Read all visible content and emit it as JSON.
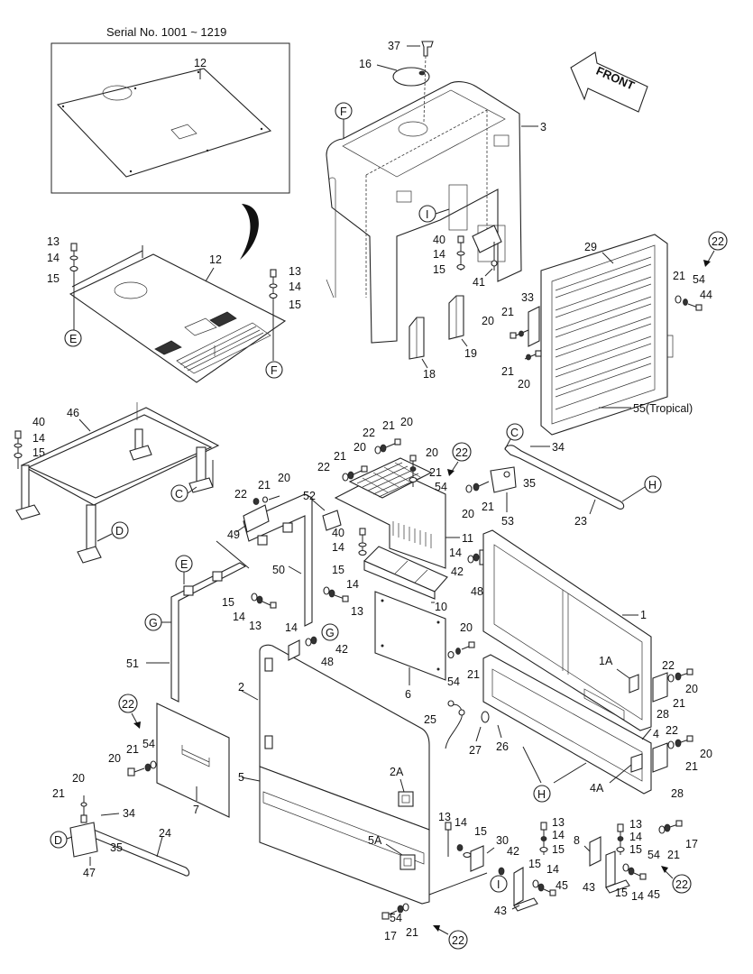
{
  "header": {
    "serial_range": "Serial No. 1001 ~ 1219"
  },
  "direction_arrow": {
    "label": "FRONT"
  },
  "callouts": {
    "circle_letters": {
      "E": "E",
      "F": "F",
      "C": "C",
      "D": "D",
      "G": "G",
      "H": "H",
      "I": "I"
    },
    "circle_22": "22"
  },
  "parts": {
    "p1": "1",
    "p1A": "1A",
    "p2": "2",
    "p2A": "2A",
    "p3": "3",
    "p4": "4",
    "p4A": "4A",
    "p5": "5",
    "p5A": "5A",
    "p6": "6",
    "p7": "7",
    "p8": "8",
    "p10": "10",
    "p11": "11",
    "p12": "12",
    "p13": "13",
    "p14": "14",
    "p15": "15",
    "p16": "16",
    "p17": "17",
    "p18": "18",
    "p19": "19",
    "p20": "20",
    "p21": "21",
    "p22": "22",
    "p23": "23",
    "p24": "24",
    "p25": "25",
    "p26": "26",
    "p27": "27",
    "p28": "28",
    "p29": "29",
    "p30": "30",
    "p33": "33",
    "p34": "34",
    "p35": "35",
    "p37": "37",
    "p40": "40",
    "p41": "41",
    "p42": "42",
    "p43": "43",
    "p44": "44",
    "p45": "45",
    "p46": "46",
    "p47": "47",
    "p48": "48",
    "p49": "49",
    "p50": "50",
    "p51": "51",
    "p52": "52",
    "p53": "53",
    "p54": "54",
    "p55": "55(Tropical)"
  }
}
